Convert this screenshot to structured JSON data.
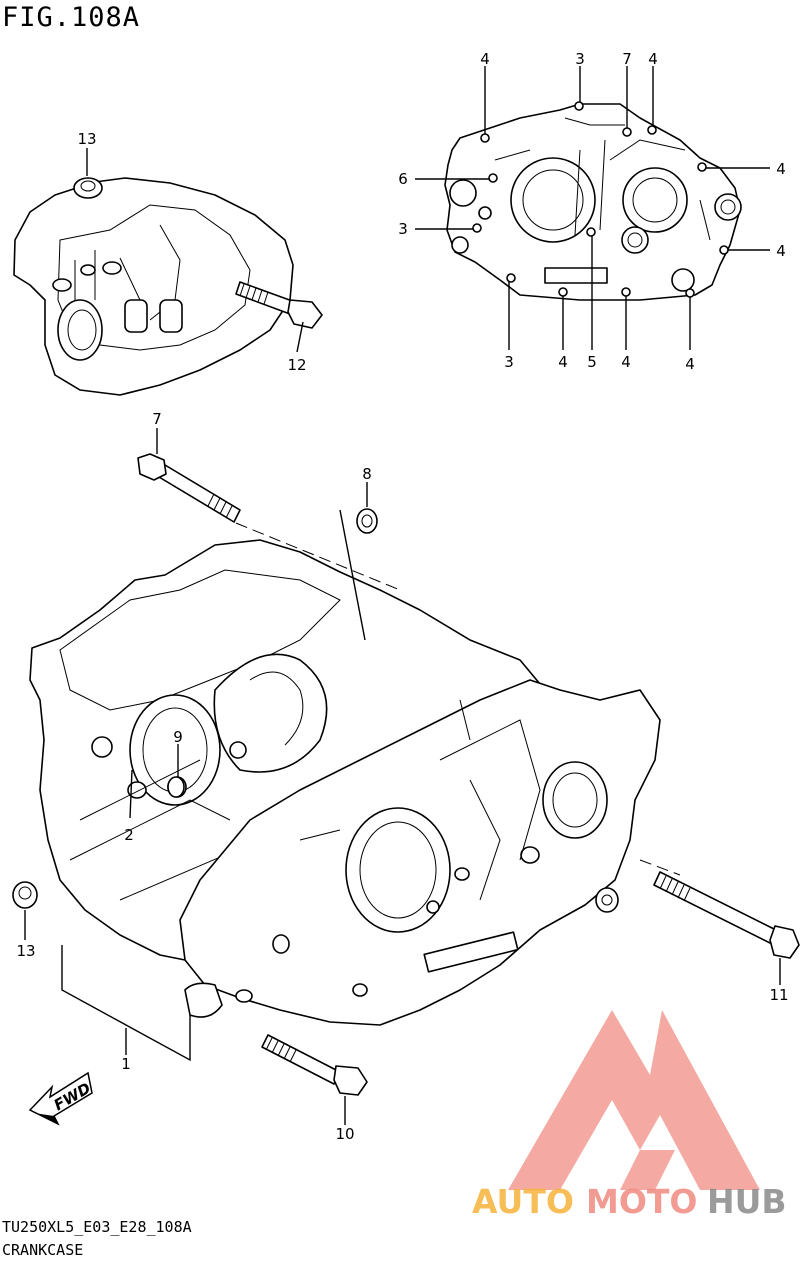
{
  "figure": {
    "title": "FIG.108A"
  },
  "footer": {
    "code": "TU250XL5_E03_E28_108A",
    "name": "CRANKCASE"
  },
  "fwd_label": "FWD",
  "watermark": {
    "auto": "AUTO",
    "moto": "MOTO",
    "hub": "HUB",
    "colors": {
      "auto": "#f6b23a",
      "moto": "#f08a80",
      "hub": "#8a8a8a",
      "logo": "#f08a80"
    }
  },
  "callouts": {
    "c1": "1",
    "c2": "2",
    "c3a": "3",
    "c3b": "3",
    "c3c": "3",
    "c4a": "4",
    "c4b": "4",
    "c4c": "4",
    "c4d": "4",
    "c4e": "4",
    "c4f": "4",
    "c4g": "4",
    "c5": "5",
    "c6": "6",
    "c7a": "7",
    "c7b": "7",
    "c8": "8",
    "c9": "9",
    "c10": "10",
    "c11": "11",
    "c12": "12",
    "c13a": "13",
    "c13b": "13"
  }
}
